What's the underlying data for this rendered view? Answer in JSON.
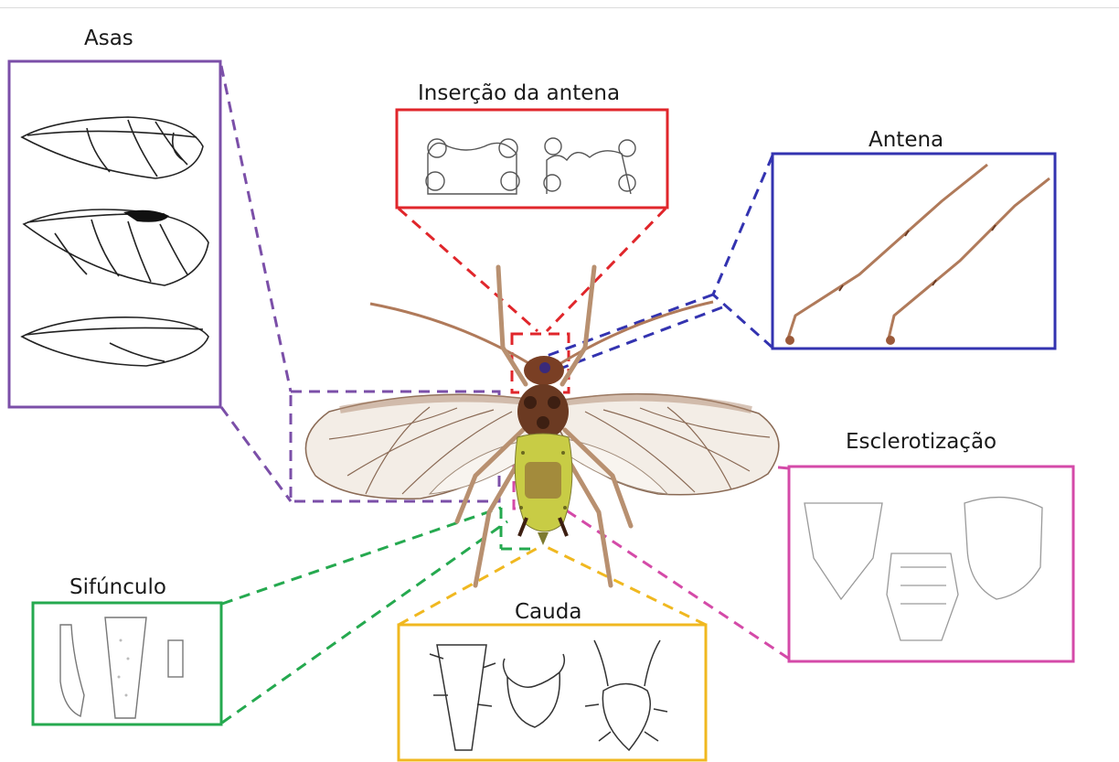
{
  "labels": {
    "asas": "Asas",
    "insercao": "Inserção da antena",
    "antena": "Antena",
    "esclerotizacao": "Esclerotização",
    "sifunculo": "Sifúnculo",
    "cauda": "Cauda"
  },
  "colors": {
    "asas": "#7b4fa8",
    "insercao": "#e0262b",
    "antena": "#3333b0",
    "esclerotizacao": "#d44aa8",
    "sifunculo": "#25a94f",
    "cauda": "#f0b820",
    "insect_body": "#6b3a22",
    "abdomen": "#c8cc45",
    "wing_vein": "#8a6a55",
    "antenna_seg": "#b07a5a"
  },
  "icons": [
    "aphid-illustration",
    "wing-drawing",
    "antenna-drawing",
    "cauda-drawing",
    "siphunculus-drawing",
    "sclerite-drawing"
  ]
}
